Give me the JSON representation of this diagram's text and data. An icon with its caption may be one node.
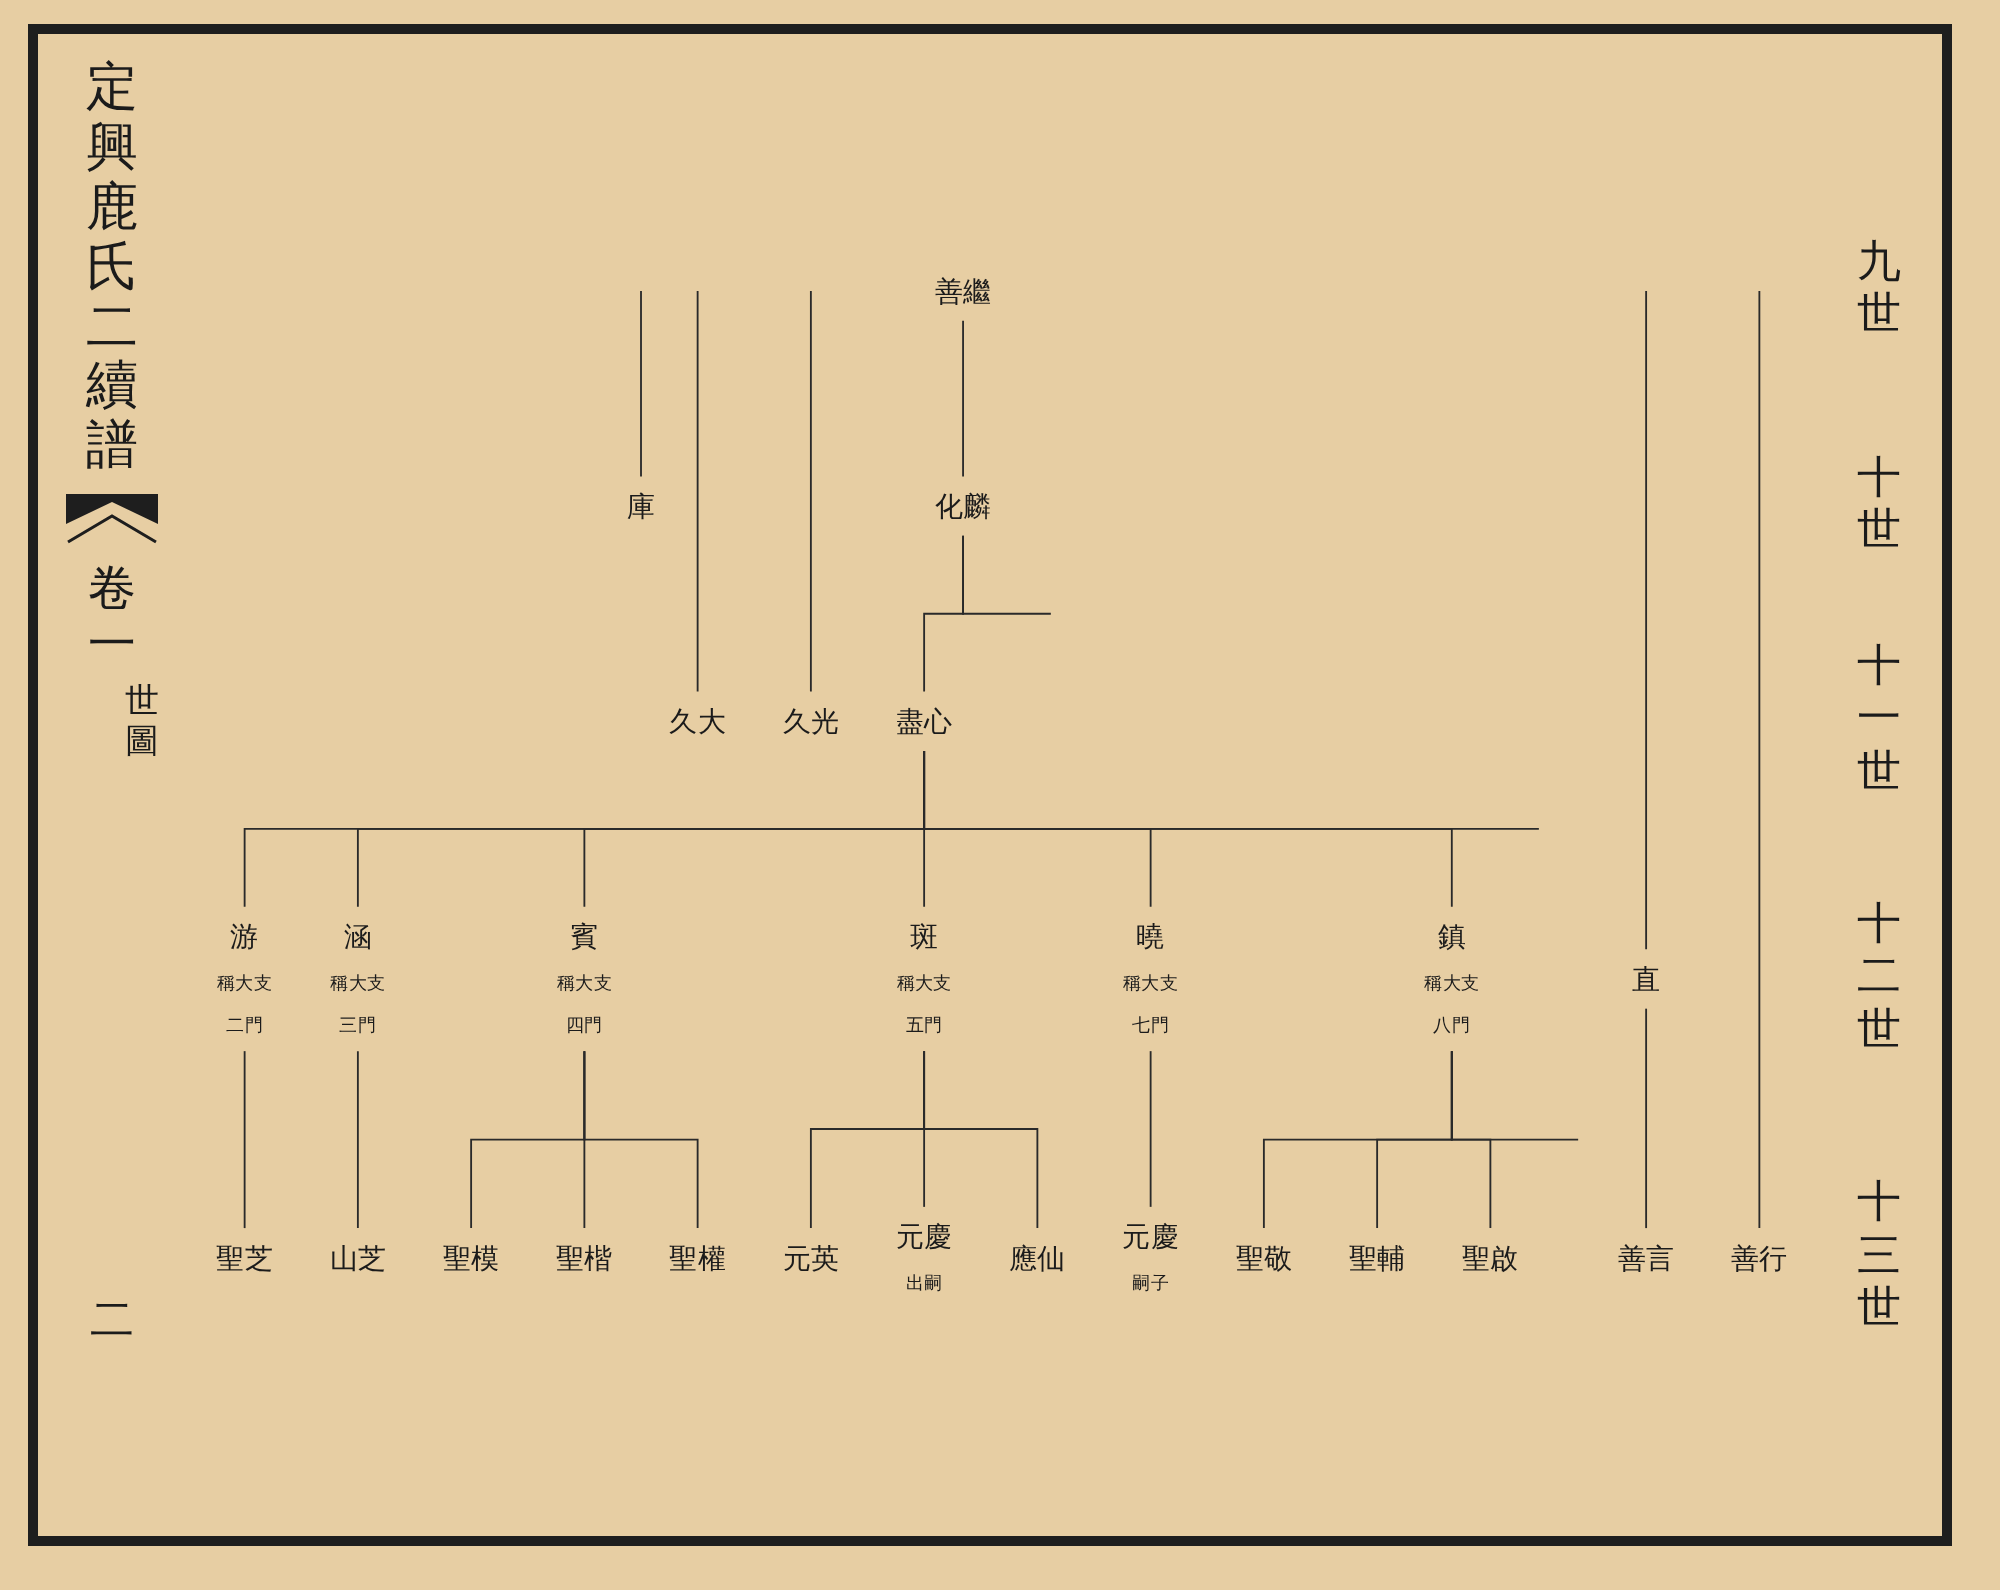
{
  "diagram": {
    "title": "定興鹿氏二續譜",
    "nodes": [
      {
        "text": [
          "庫"
        ]
      },
      {
        "text": [
          "久大"
        ]
      },
      {
        "text": [
          "久光"
        ]
      },
      {
        "text": [
          "直"
        ]
      },
      {
        "text": [
          "善行"
        ]
      },
      {
        "text": [
          "善言"
        ]
      },
      {
        "text": [
          "善繼"
        ]
      },
      {
        "text": [
          "化麟"
        ]
      },
      {
        "text": [
          "盡心"
        ]
      },
      {
        "text": [
          "游"
        ],
        "beside": [
          "稱大支",
          "二門"
        ]
      },
      {
        "text": [
          "涵"
        ],
        "beside": [
          "稱大支",
          "三門"
        ]
      },
      {
        "text": [
          "賓"
        ],
        "beside": [
          "稱大支",
          "四門"
        ]
      },
      {
        "text": [
          "聖芝"
        ]
      },
      {
        "text": [
          "山芝"
        ]
      },
      {
        "text": [
          "聖模"
        ]
      },
      {
        "text": [
          "聖楷"
        ]
      },
      {
        "text": [
          "聖權"
        ]
      },
      {
        "text": [
          "斑"
        ],
        "beside": [
          "稱大支",
          "五門"
        ]
      },
      {
        "text": [
          "曉"
        ],
        "beside": [
          "稱大支",
          "七門"
        ]
      },
      {
        "text": [
          "鎮"
        ],
        "beside": [
          "稱大支",
          "八門"
        ]
      },
      {
        "text": [
          "元英"
        ]
      },
      {
        "text": [
          "元慶"
        ],
        "beside": [
          "出嗣"
        ]
      },
      {
        "text": [
          "應仙"
        ]
      },
      {
        "text": [
          "元慶"
        ],
        "beside": [
          "嗣子"
        ]
      },
      {
        "text": [
          "聖敬"
        ]
      },
      {
        "text": [
          "聖輔"
        ]
      },
      {
        "text": [
          "聖啟"
        ]
      }
    ],
    "edges": [
      {
        "from": null,
        "to": 0,
        "arrow": "none"
      },
      {
        "from": null,
        "to": 1,
        "arrow": "none"
      },
      {
        "from": null,
        "to": 2,
        "arrow": "none"
      },
      {
        "from": null,
        "to": 3,
        "arrow": "none"
      },
      {
        "from": null,
        "to": 4,
        "arrow": "none"
      },
      {
        "from": 3,
        "to": 5,
        "arrow": "none"
      },
      {
        "from": 6,
        "to": 7,
        "arrow": "none"
      },
      {
        "from": 7,
        "to": 8,
        "arrow": "none"
      },
      {
        "from": 7,
        "to": null,
        "arrow": "none"
      },
      {
        "from": 8,
        "to": 9,
        "arrow": "none"
      },
      {
        "from": 8,
        "to": 10,
        "arrow": "none"
      },
      {
        "from": 8,
        "to": 11,
        "arrow": "none"
      },
      {
        "from": 8,
        "to": 17,
        "arrow": "none"
      },
      {
        "from": 8,
        "to": 18,
        "arrow": "none"
      },
      {
        "from": 8,
        "to": 19,
        "arrow": "none"
      },
      {
        "from": 8,
        "to": null,
        "arrow": "none"
      },
      {
        "from": 9,
        "to": 12,
        "arrow": "none"
      },
      {
        "from": 10,
        "to": 13,
        "arrow": "none"
      },
      {
        "from": 11,
        "to": 14,
        "arrow": "none"
      },
      {
        "from": 11,
        "to": 15,
        "arrow": "none"
      },
      {
        "from": 11,
        "to": 16,
        "arrow": "none"
      },
      {
        "from": 17,
        "to": 20,
        "arrow": "none"
      },
      {
        "from": 17,
        "to": 21,
        "arrow": "none"
      },
      {
        "from": 17,
        "to": 22,
        "arrow": "none"
      },
      {
        "from": 18,
        "to": 23,
        "arrow": "none"
      },
      {
        "from": 19,
        "to": 24,
        "arrow": "none"
      },
      {
        "from": 19,
        "to": 25,
        "arrow": "none"
      },
      {
        "from": 19,
        "to": 26,
        "arrow": "none"
      },
      {
        "from": 19,
        "to": null,
        "arrow": "none"
      }
    ],
    "labels": [
      "九世",
      "十世",
      "十一世",
      "十二世",
      "十三世",
      "卷一",
      "世圖",
      "二"
    ]
  }
}
